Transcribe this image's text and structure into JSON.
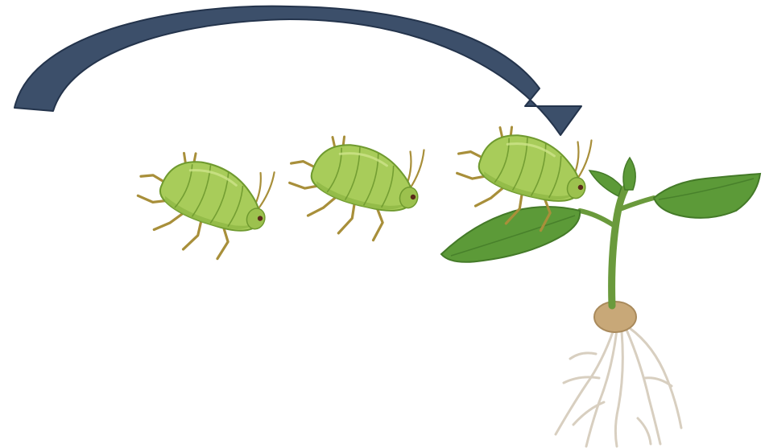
{
  "diagram": {
    "arrow": {
      "direction": "left-to-right",
      "color": "#3c4f6a",
      "edge_color": "#24344c"
    },
    "aphids": [
      {
        "id": "aphid-1",
        "on_plant": false
      },
      {
        "id": "aphid-2",
        "on_plant": false
      },
      {
        "id": "aphid-3",
        "on_plant": true
      }
    ],
    "aphid_colors": {
      "body": "#a8cc5a",
      "body_dark": "#8fb845",
      "segments": "#6f9a2f",
      "legs": "#a88f3a",
      "eye": "#5a2a1a"
    },
    "plant": {
      "leaf_color": "#5c9a38",
      "leaf_dark": "#447a28",
      "stem_color": "#6a9a3c",
      "seed_color": "#c8a878",
      "root_color": "#d8cfc0"
    }
  }
}
